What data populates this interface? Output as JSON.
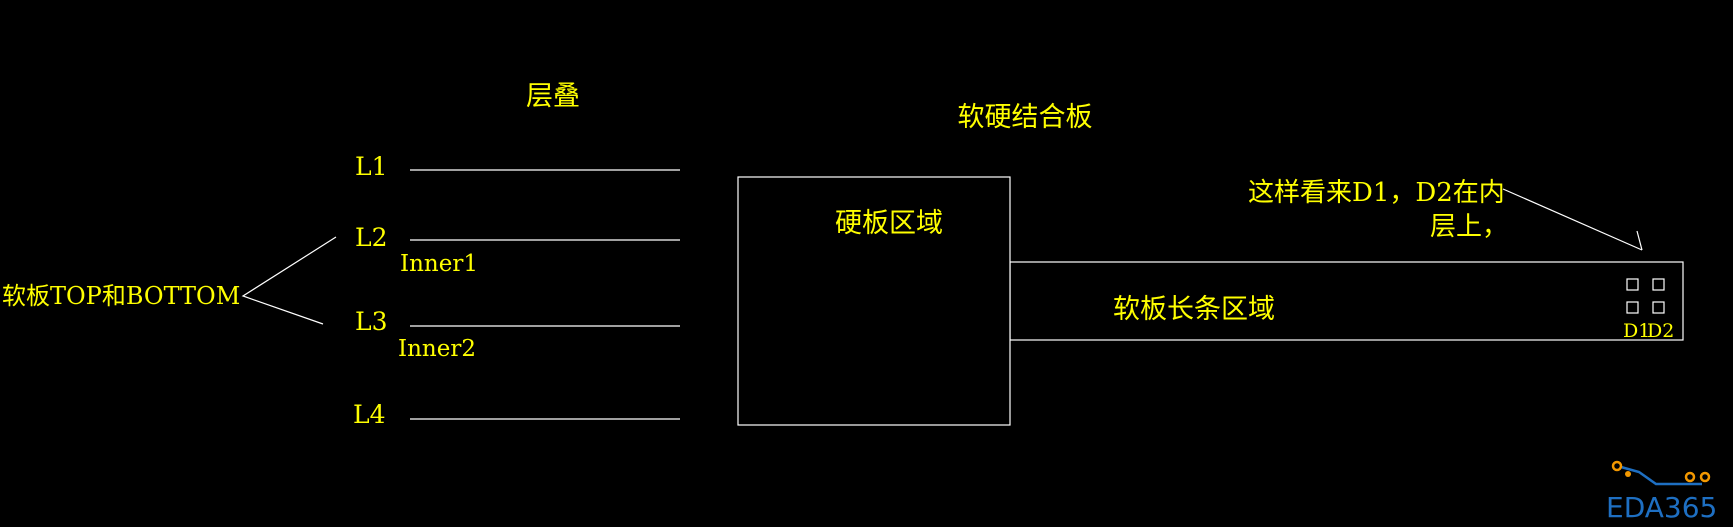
{
  "diagram": {
    "stackup_title": "层叠",
    "layers": [
      {
        "label": "L1"
      },
      {
        "label": "L2",
        "sublabel": "Inner1"
      },
      {
        "label": "L3",
        "sublabel": "Inner2"
      },
      {
        "label": "L4"
      }
    ],
    "flex_top_bottom_label": "软板TOP和BOTTOM",
    "rigid_flex_title": "软硬结合板",
    "rigid_area_label": "硬板区域",
    "flex_strip_label": "软板长条区域",
    "note_line1": "这样看来D1，D2在内",
    "note_line2": "层上，",
    "pads": [
      {
        "label": "D1"
      },
      {
        "label": "D2"
      }
    ]
  },
  "logo": {
    "text": "EDA365"
  },
  "colors": {
    "background": "#000000",
    "text": "#ffff00",
    "lines": "#ffffff",
    "logo_blue": "#1e6fc2",
    "logo_orange": "#f39800"
  }
}
